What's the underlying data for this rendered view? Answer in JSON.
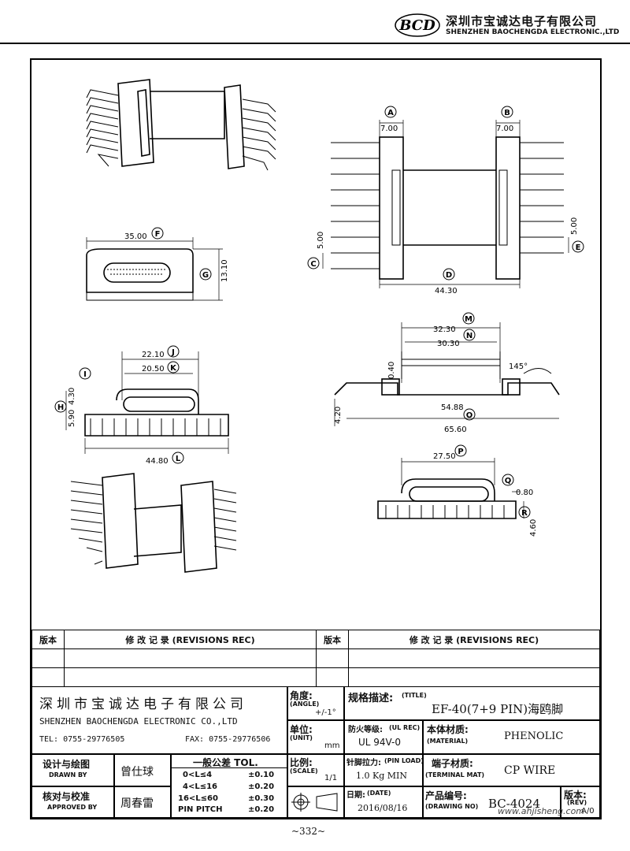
{
  "header": {
    "logo_text": "BCD",
    "company_cn": "深圳市宝诚达电子有限公司",
    "company_en": "SHENZHEN BAOCHENGDA ELECTRONIC.,LTD"
  },
  "dimensions": {
    "A": {
      "letter": "A",
      "value": "7.00"
    },
    "B": {
      "letter": "B",
      "value": "7.00"
    },
    "C": {
      "letter": "C",
      "value": "5.00"
    },
    "D": {
      "letter": "D",
      "value": "44.30"
    },
    "E": {
      "letter": "E",
      "value": "5.00"
    },
    "F": {
      "letter": "F",
      "value": "35.00"
    },
    "G": {
      "letter": "G",
      "value": "13.10"
    },
    "H": {
      "letter": "H",
      "value": "5.90"
    },
    "I": {
      "letter": "I",
      "value": "4.30"
    },
    "J": {
      "letter": "J",
      "value": "22.10"
    },
    "K": {
      "letter": "K",
      "value": "20.50"
    },
    "L": {
      "letter": "L",
      "value": "44.80"
    },
    "M": {
      "letter": "M",
      "value": "32.30"
    },
    "N": {
      "letter": "N",
      "value": "30.30"
    },
    "O": {
      "letter": "O",
      "value": "65.60"
    },
    "P": {
      "letter": "P",
      "value": "27.50"
    },
    "Q": {
      "letter": "Q",
      "value": "0.80"
    },
    "R": {
      "letter": "R",
      "value": "4.60"
    },
    "side_054": "0.40",
    "side_420": "4.20",
    "side_5488": "54.88",
    "angle": "145°"
  },
  "revisions": {
    "col_version": "版本",
    "col_record": "修 改 记 录 (REVISIONS REC)"
  },
  "title_block": {
    "company_cn": "深圳市宝诚达电子有限公司",
    "company_en": "SHENZHEN BAOCHENGDA ELECTRONIC CO.,LTD",
    "tel": "TEL: 0755-29776505",
    "fax": "FAX: 0755-29776506",
    "angle_cn": "角度:",
    "angle_en": "(ANGLE)",
    "angle_val": "+/-1°",
    "unit_cn": "单位:",
    "unit_en": "(UNIT)",
    "unit_val": "mm",
    "title_cn": "规格描述:",
    "title_en": "(TITLE)",
    "title_val": "EF-40(7+9 PIN)海鸥脚",
    "ul_cn": "防火等级:",
    "ul_en": "(UL REC)",
    "ul_val": "UL 94V-0",
    "material_cn": "本体材质:",
    "material_en": "(MATERIAL)",
    "material_val": "PHENOLIC",
    "drawn_cn": "设计与绘图",
    "drawn_en": "DRAWN BY",
    "drawn_val": "曾仕球",
    "approved_cn": "核对与校准",
    "approved_en": "APPROVED BY",
    "approved_val": "周春雷",
    "tol_title": "一般公差 TOL.",
    "tol_rows": [
      {
        "range": "0<L≤4",
        "tol": "±0.10"
      },
      {
        "range": "4<L≤16",
        "tol": "±0.20"
      },
      {
        "range": "16<L≤60",
        "tol": "±0.30"
      },
      {
        "range": "PIN PITCH",
        "tol": "±0.20"
      }
    ],
    "scale_cn": "比例:",
    "scale_en": "(SCALE)",
    "scale_val": "1/1",
    "pinload_cn": "针脚拉力:",
    "pinload_en": "(PIN LOAD)",
    "pinload_val": "1.0 Kg MIN",
    "terminal_cn": "端子材质:",
    "terminal_en": "(TERMINAL MAT)",
    "terminal_val": "CP WIRE",
    "date_cn": "日期:",
    "date_en": "(DATE)",
    "date_val": "2016/08/16",
    "drawing_no_cn": "产品编号:",
    "drawing_no_en": "(DRAWING NO)",
    "drawing_no_val": "BC-4024",
    "rev_cn": "版本:",
    "rev_en": "(REV)",
    "rev_val": "A/0"
  },
  "watermark": "www.ahjisheng.com",
  "page_number": "~332~"
}
